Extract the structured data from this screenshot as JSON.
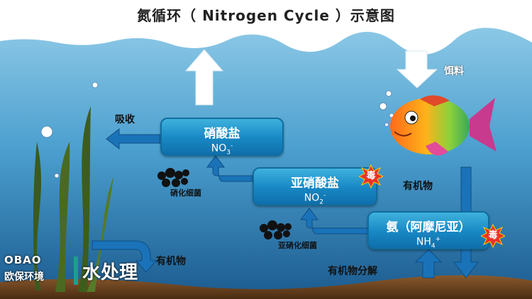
{
  "title": "氮循环（ Nitrogen Cycle ）示意图",
  "boxes": {
    "nitrate": {
      "name": "硝酸盐",
      "formula_base": "NO",
      "formula_sub": "3",
      "formula_sup": "-"
    },
    "nitrite": {
      "name": "亚硝酸盐",
      "formula_base": "NO",
      "formula_sub": "2",
      "formula_sup": "-"
    },
    "ammonia": {
      "name": "氨（阿摩尼亚）",
      "formula_base": "NH",
      "formula_sub": "4",
      "formula_sup": "+"
    }
  },
  "labels": {
    "absorb": "吸收",
    "feed": "饵料",
    "organic_right": "有机物",
    "organic_left": "有机物",
    "decompose": "有机物分解",
    "nitrobacter": "硝化细菌",
    "nitrosomonas": "亚硝化细菌"
  },
  "poison_label": "毒",
  "logo": {
    "brand": "OBAO",
    "company": "欧保环境",
    "slogan": "水处理"
  },
  "colors": {
    "water_top": "#6fb8de",
    "water_bottom": "#1c5f93",
    "box": "#1787c3",
    "arrow": "#1a73b8",
    "poison": "#e8322a"
  }
}
